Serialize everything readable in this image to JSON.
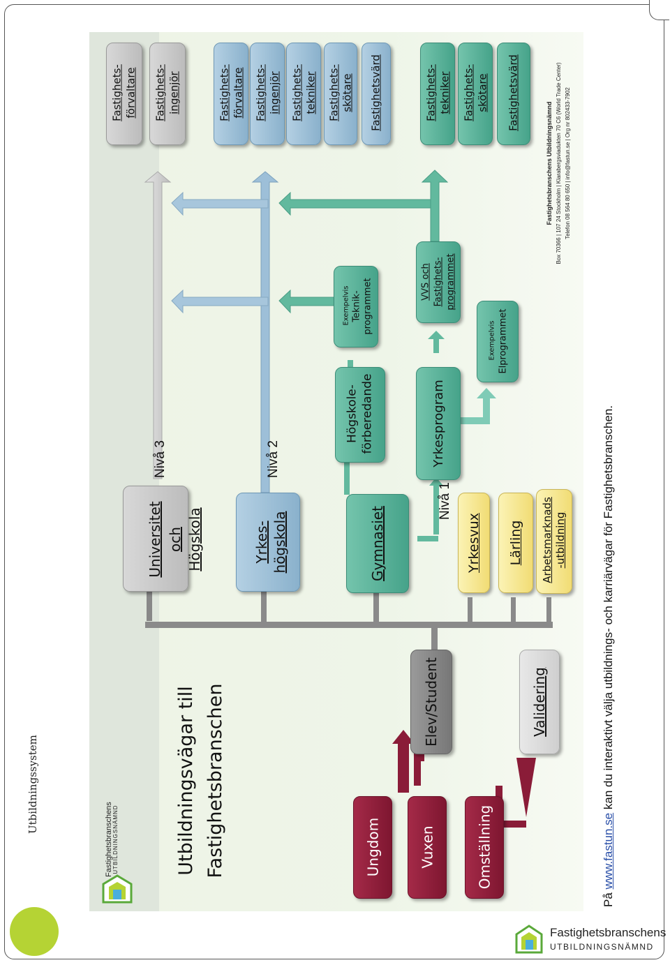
{
  "sidebar_label": "Utbildningssystem",
  "footer_logo": {
    "line1": "Fastighetsbranschens",
    "line2": "UTBILDNINGSNÄMND"
  },
  "poster": {
    "logo_line1": "Fastighetsbranschens",
    "logo_line2": "UTBILDNINGSNÄMND",
    "title_line1": "Utbildningsvägar till",
    "title_line2": "Fastighetsbranschen",
    "entry": [
      "Ungdom",
      "Vuxen",
      "Omställning"
    ],
    "elev_student": "Elev/Student",
    "validering": "Validering",
    "institutions": {
      "universitet": [
        "Universitet",
        "och",
        "Högskola"
      ],
      "yrkeshogskola": [
        "Yrkes-",
        "högskola"
      ],
      "gymnasiet": "Gymnasiet",
      "yrkesvux": "Yrkesvux",
      "larling": "Lärling",
      "arbetsmarknad": [
        "Arbetsmarknads",
        "-utbildning"
      ]
    },
    "levels": {
      "niva3": "Nivå 3",
      "niva2": "Nivå 2",
      "niva1": "Nivå 1"
    },
    "programs": {
      "hogskoleforberedande": [
        "Högskole-",
        "förberedande"
      ],
      "yrkesprogram": "Yrkesprogram",
      "teknik": [
        "Exempelvis",
        "Teknik-",
        "programmet"
      ],
      "el": [
        "Exempelvis",
        "Elprogrammet"
      ],
      "vvs": [
        "VVS och",
        "Fastighets-",
        "programmet"
      ]
    },
    "outcomes_gray": [
      [
        "Fastighets-",
        "förvaltare"
      ],
      [
        "Fastighets-",
        "ingenjör"
      ]
    ],
    "outcomes_blue": [
      [
        "Fastighets-",
        "förvaltare"
      ],
      [
        "Fastighets-",
        "ingenjör"
      ],
      [
        "Fastighets-",
        "tekniker"
      ],
      [
        "Fastighets-",
        "skötare"
      ],
      [
        "Fastighetsvärd"
      ]
    ],
    "outcomes_teal": [
      [
        "Fastighets-",
        "tekniker"
      ],
      [
        "Fastighets-",
        "skötare"
      ],
      [
        "Fastighetsvärd"
      ]
    ],
    "contact": {
      "line1": "Fastighetsbranschens Utbildningsnämnd",
      "line2": "Box 70366 | 107 24 Stockholm | Klarabergsviadukten 70 C6 (World Trade Center)",
      "line3": "Telefon 08 564 80 650 | info@fastun.se | Org nr 802433-7902"
    }
  },
  "caption": {
    "prefix": "På ",
    "link": "www.fastun.se",
    "suffix": " kan du interaktivt välja utbildnings- och karriärvägar för Fastighetsbranschen."
  },
  "colors": {
    "maroon": "#8a1c38",
    "teal": "#52ad93",
    "blue": "#9dbfd8",
    "gray": "#c7c7c7",
    "yellow": "#f6e897",
    "accent": "#b5d334"
  }
}
